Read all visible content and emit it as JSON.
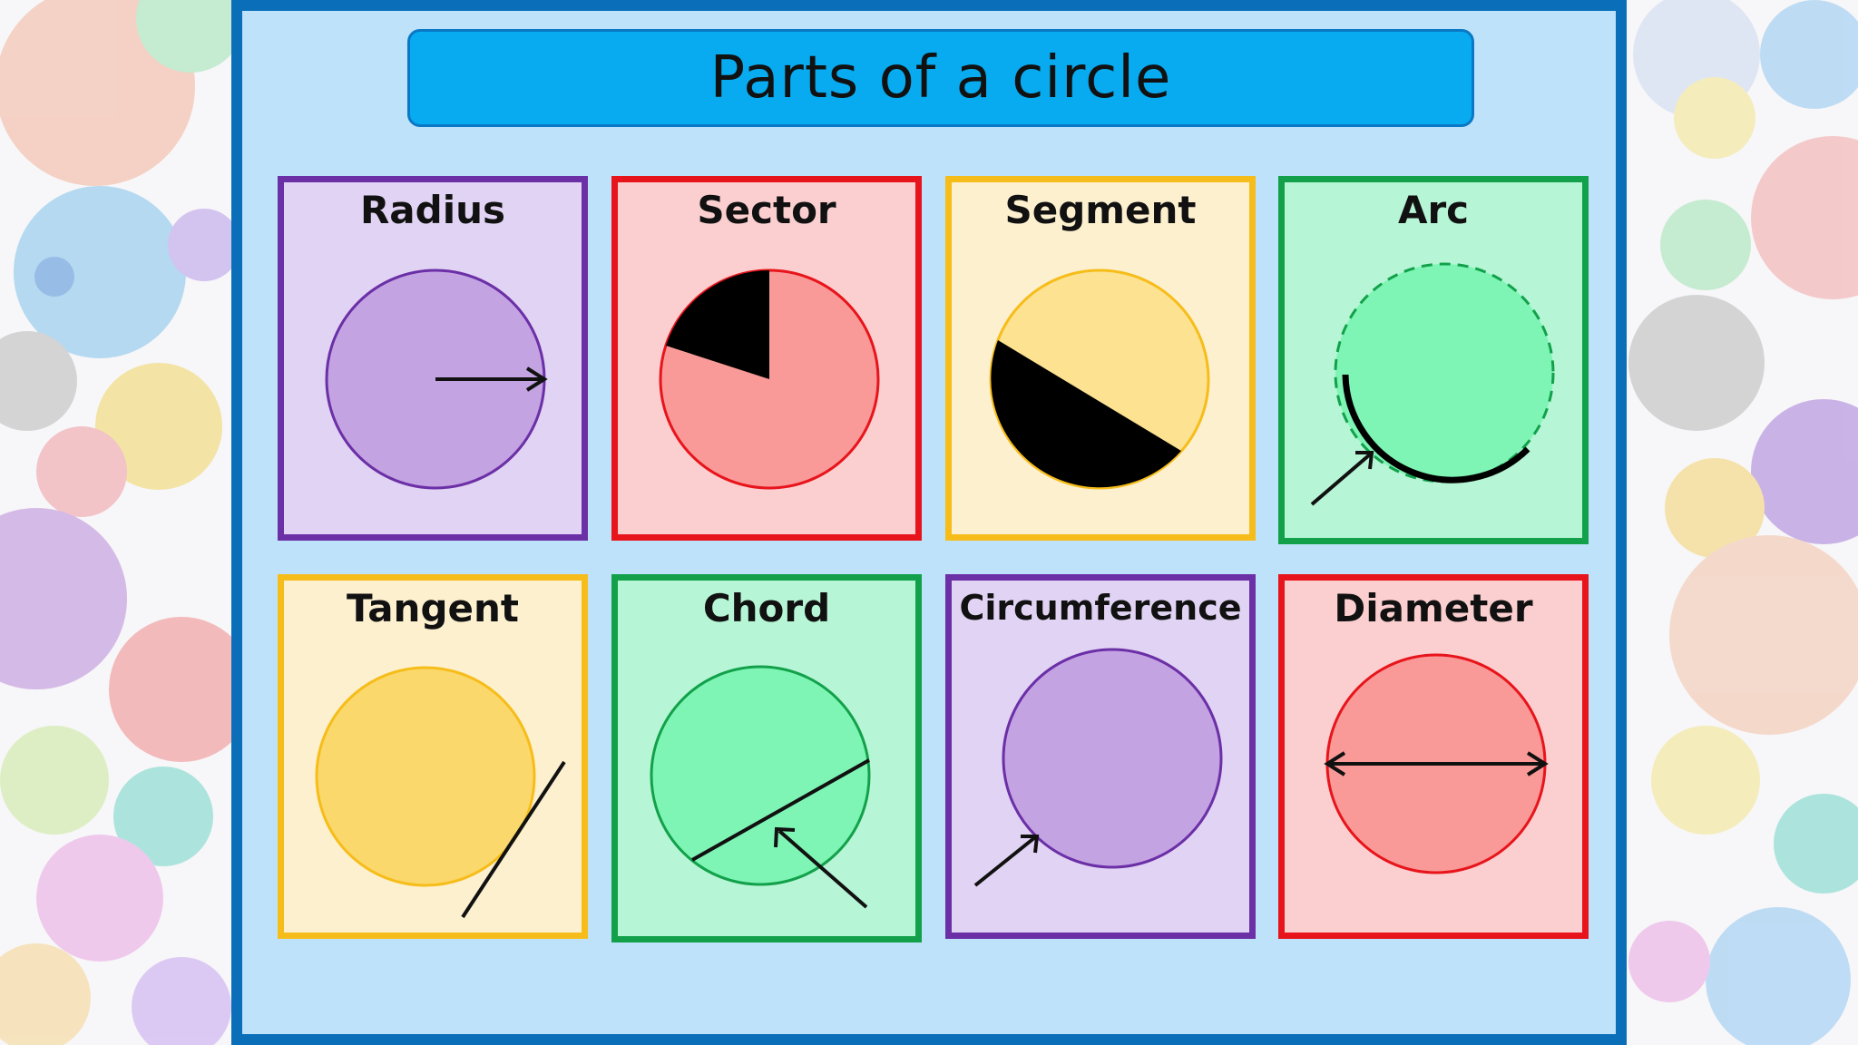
{
  "title": "Parts of a circle",
  "colors": {
    "board_fill": "#bfe2fb",
    "board_border": "#0a6fb8",
    "banner_fill": "#08aaf0",
    "purple": "#6b2fa6",
    "red": "#e8141c",
    "yellow": "#f6bd1a",
    "green": "#12a14a"
  },
  "cards": [
    {
      "label": "Radius",
      "border": "#6b2fa6",
      "fill": "#e1d3f3"
    },
    {
      "label": "Sector",
      "border": "#e8141c",
      "fill": "#fbcfcf"
    },
    {
      "label": "Segment",
      "border": "#f6bd1a",
      "fill": "#fdf0cf"
    },
    {
      "label": "Arc",
      "border": "#12a14a",
      "fill": "#b6f5d5"
    },
    {
      "label": "Tangent",
      "border": "#f6bd1a",
      "fill": "#fdf0cf"
    },
    {
      "label": "Chord",
      "border": "#12a14a",
      "fill": "#b6f5d5"
    },
    {
      "label": "Circumference",
      "border": "#6b2fa6",
      "fill": "#e1d3f3"
    },
    {
      "label": "Diameter",
      "border": "#e8141c",
      "fill": "#fbcfcf"
    }
  ]
}
